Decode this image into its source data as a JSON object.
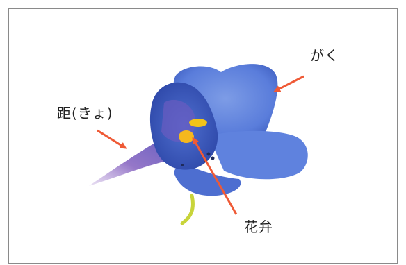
{
  "labels": {
    "sepal": "がく",
    "spur": "距(きょ)",
    "petal": "花弁"
  },
  "colors": {
    "frame": "#8a8a8a",
    "arrow": "#ef5a36",
    "sepal_blue": "#5b7fd8",
    "sepal_dark": "#3a56b4",
    "spur_purple": "#8a6bc0",
    "petal_yellow": "#f2c418",
    "stem": "#c8d43a"
  },
  "icons": {
    "arrow": "arrow-icon"
  }
}
